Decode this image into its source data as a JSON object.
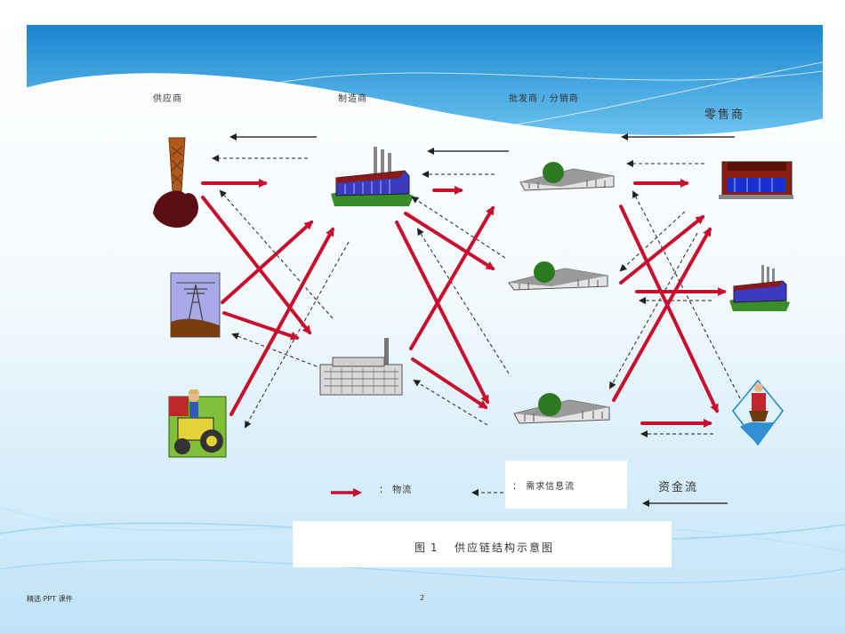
{
  "columns": {
    "supplier": "供应商",
    "manufacturer": "制造商",
    "wholesaler": "批发商 / 分销商",
    "retailer": "零售商"
  },
  "legend": {
    "physical_flow": "： 物流",
    "demand_info_flow": "： 需求信息流",
    "capital_flow": "资金流"
  },
  "caption": {
    "fig_no": "图 1",
    "title": "供应链结构示意图"
  },
  "footer": {
    "left": "精选 PPT 课件",
    "page": "2"
  },
  "colors": {
    "physical_flow": "#c8102e",
    "info_flow": "#222222",
    "capital_flow": "#111111",
    "header_blue": "#2a93d5"
  }
}
